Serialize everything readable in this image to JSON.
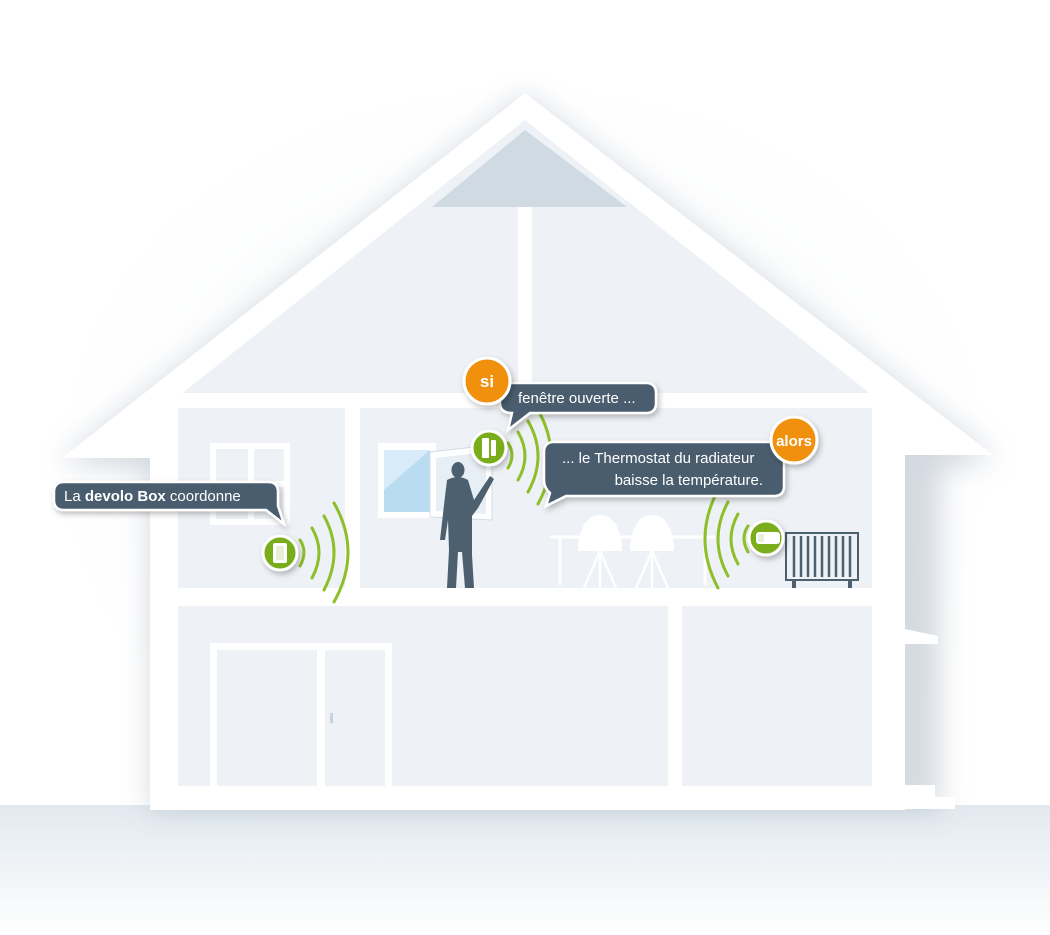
{
  "callouts": {
    "devolo_box": {
      "prefix": "La ",
      "bold": "devolo Box",
      "suffix": " coordonne"
    },
    "window": {
      "text": "fenêtre ouverte ..."
    },
    "thermostat": {
      "line1": "... le Thermostat du radiateur",
      "line2": "baisse la température."
    }
  },
  "badges": {
    "if": "si",
    "then": "alors"
  },
  "colors": {
    "callout_bg": "#4a5d6e",
    "badge": "#f0900f",
    "device_green": "#79ad1f",
    "wave_green": "#8cbf2a",
    "wall": "#ffffff",
    "room": "#eef1f5",
    "attic": "#cfdae3",
    "silhouette": "#4d6070",
    "window_glass": "#b9dcf1"
  },
  "devices": [
    {
      "name": "devolo-box-icon"
    },
    {
      "name": "door-window-contact-icon"
    },
    {
      "name": "radiator-thermostat-icon"
    }
  ]
}
